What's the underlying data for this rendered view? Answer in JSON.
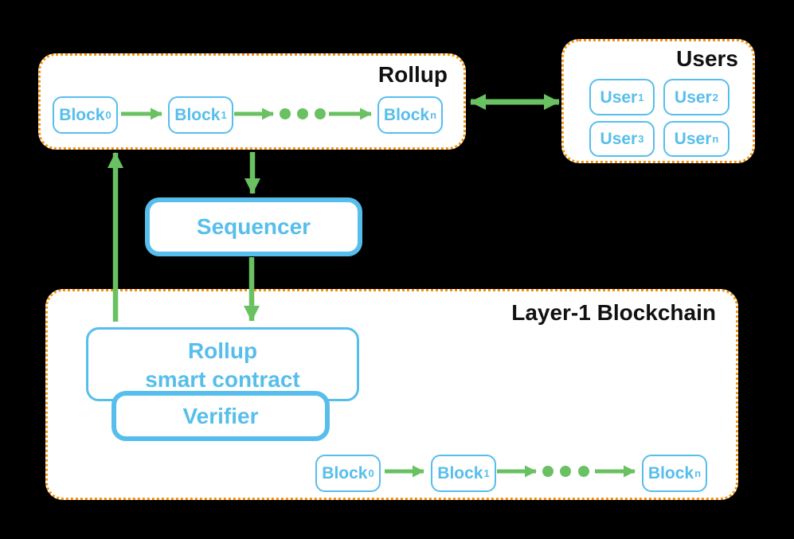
{
  "colors": {
    "background": "#000000",
    "container_bg": "#ffffff",
    "box_bg": "#ffffff",
    "border_orange": "#F5920D",
    "blue": "#57BEEC",
    "green": "#6AC162",
    "title_color": "#111111"
  },
  "rollup": {
    "title": "Rollup",
    "blocks": [
      {
        "label": "Block",
        "sub": "0"
      },
      {
        "label": "Block",
        "sub": "1"
      },
      {
        "label": "Block",
        "sub": "n"
      }
    ]
  },
  "users": {
    "title": "Users",
    "items": [
      {
        "label": "User",
        "sub": "1"
      },
      {
        "label": "User",
        "sub": "2"
      },
      {
        "label": "User",
        "sub": "3"
      },
      {
        "label": "User",
        "sub": "n"
      }
    ]
  },
  "sequencer": {
    "label": "Sequencer"
  },
  "layer1": {
    "title": "Layer-1 Blockchain",
    "smart_contract": {
      "line1": "Rollup",
      "line2": "smart contract"
    },
    "verifier": {
      "label": "Verifier"
    },
    "blocks": [
      {
        "label": "Block",
        "sub": "0"
      },
      {
        "label": "Block",
        "sub": "1"
      },
      {
        "label": "Block",
        "sub": "n"
      }
    ]
  }
}
